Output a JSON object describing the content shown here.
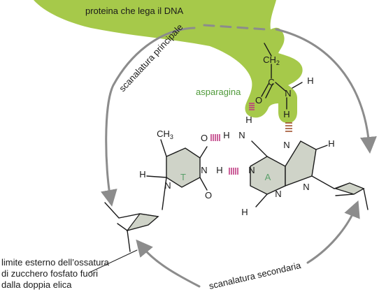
{
  "labels": {
    "protein": "proteina che lega il DNA",
    "major_groove": "scanalatura principale",
    "minor_groove": "scanalatura secondaria",
    "asparagine": "asparagina",
    "backbone_line1": "limite esterno dell’ossatura",
    "backbone_line2": "di zucchero fosfato fuori",
    "backbone_line3": "dalla doppia elica"
  },
  "atoms": {
    "ch2": "CH",
    "ch2_sub": "2",
    "ch3": "CH",
    "ch3_sub": "3",
    "c": "C",
    "o": "O",
    "n": "N",
    "h": "H"
  },
  "bases": {
    "thymine": "T",
    "adenine": "A"
  },
  "colors": {
    "protein_green": "#a6c94a",
    "ring_fill": "#cfd3c8",
    "asparagine_text": "#4f9a3a",
    "base_text": "#5aa06a",
    "hbond_pink": "#c03a82",
    "hbond_brown": "#a0522d",
    "arrow_gray": "#8c8c8c"
  }
}
